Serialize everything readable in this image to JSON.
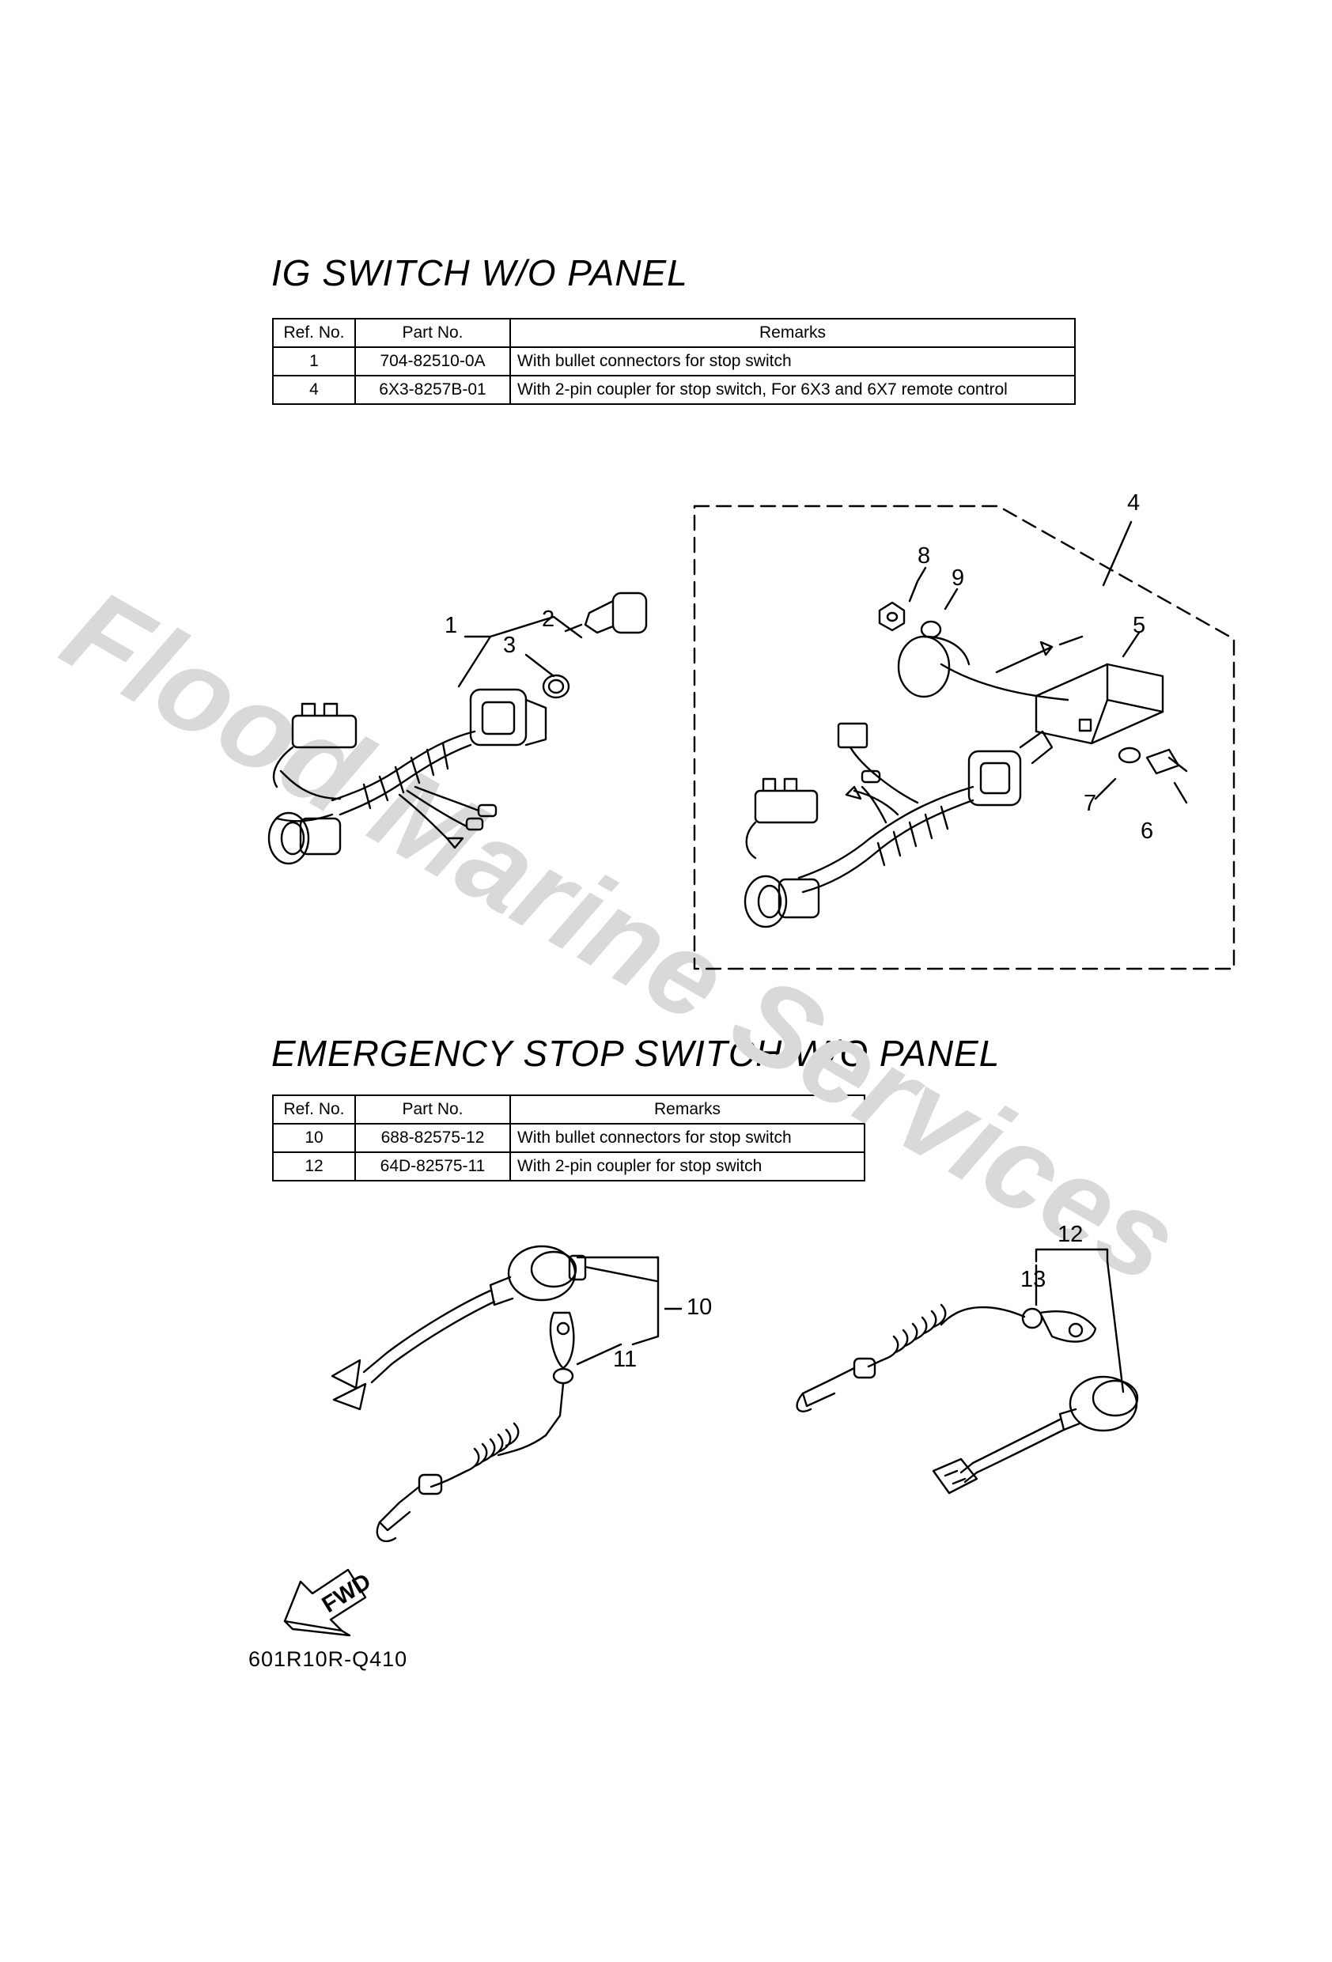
{
  "watermark": "Flood Marine Services",
  "section1": {
    "title": "IG SWITCH W/O PANEL",
    "headers": [
      "Ref. No.",
      "Part No.",
      "Remarks"
    ],
    "rows": [
      {
        "ref": "1",
        "part": "704-82510-0A",
        "remarks": "With bullet connectors for stop switch"
      },
      {
        "ref": "4",
        "part": "6X3-8257B-01",
        "remarks": "With 2-pin coupler for stop switch, For 6X3 and 6X7 remote control"
      }
    ]
  },
  "section2": {
    "title": "EMERGENCY STOP SWITCH W/O PANEL",
    "headers": [
      "Ref. No.",
      "Part No.",
      "Remarks"
    ],
    "rows": [
      {
        "ref": "10",
        "part": "688-82575-12",
        "remarks": "With bullet connectors for stop switch"
      },
      {
        "ref": "12",
        "part": "64D-82575-11",
        "remarks": "With 2-pin coupler for stop switch"
      }
    ]
  },
  "callouts": [
    "1",
    "2",
    "3",
    "4",
    "5",
    "6",
    "7",
    "8",
    "9",
    "10",
    "11",
    "12",
    "13"
  ],
  "fwd_label": "FWD",
  "diagram_code": "601R10R-Q410"
}
